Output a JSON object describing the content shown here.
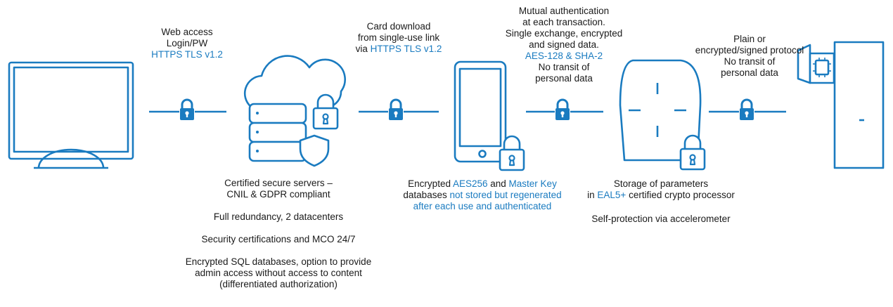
{
  "colors": {
    "primary": "#1a7bc0",
    "text": "#1a1a1a"
  },
  "link_web": {
    "line1": "Web access",
    "line2": "Login/PW",
    "line3": "HTTPS TLS v1.2",
    "icon": "padlock-icon"
  },
  "link_card": {
    "line1": "Card download",
    "line2": "from single-use link",
    "line3_prefix": "via ",
    "line3_highlight": "HTTPS TLS v1.2",
    "icon": "padlock-icon"
  },
  "link_mutual": {
    "line1": "Mutual authentication",
    "line2": "at each transaction.",
    "line3": "Single exchange, encrypted",
    "line4": "and signed data.",
    "line5": "AES-128 & SHA-2",
    "line6": "No transit of",
    "line7": "personal data",
    "icon": "padlock-icon"
  },
  "link_reader": {
    "line1": "Plain or",
    "line2": "encrypted/signed protocol",
    "line3": "No transit of",
    "line4": "personal data",
    "icon": "padlock-icon"
  },
  "servers": {
    "icon": "cloud-server-icon",
    "line1": "Certified secure servers –",
    "line2": "CNIL & GDPR compliant",
    "line3": "Full redundancy, 2 datacenters",
    "line4": "Security certifications and MCO 24/7",
    "line5": "Encrypted SQL databases, option to provide",
    "line6": "admin access without access to content",
    "line7": "(differentiated authorization)"
  },
  "phone": {
    "icon": "smartphone-icon",
    "l1_a": "Encrypted ",
    "l1_b": "AES256",
    "l1_c": " and ",
    "l1_d": "Master Key",
    "l2_a": "databases ",
    "l2_b": "not stored but regenerated",
    "l3": "after each use and authenticated"
  },
  "reader": {
    "icon": "card-reader-icon",
    "l1": "Storage of parameters",
    "l2_a": "in ",
    "l2_b": "EAL5+",
    "l2_c": " certified crypto processor",
    "l3": "Self-protection via accelerometer"
  },
  "computer": {
    "icon": "monitor-icon"
  },
  "door": {
    "icon": "door-chip-icon"
  }
}
